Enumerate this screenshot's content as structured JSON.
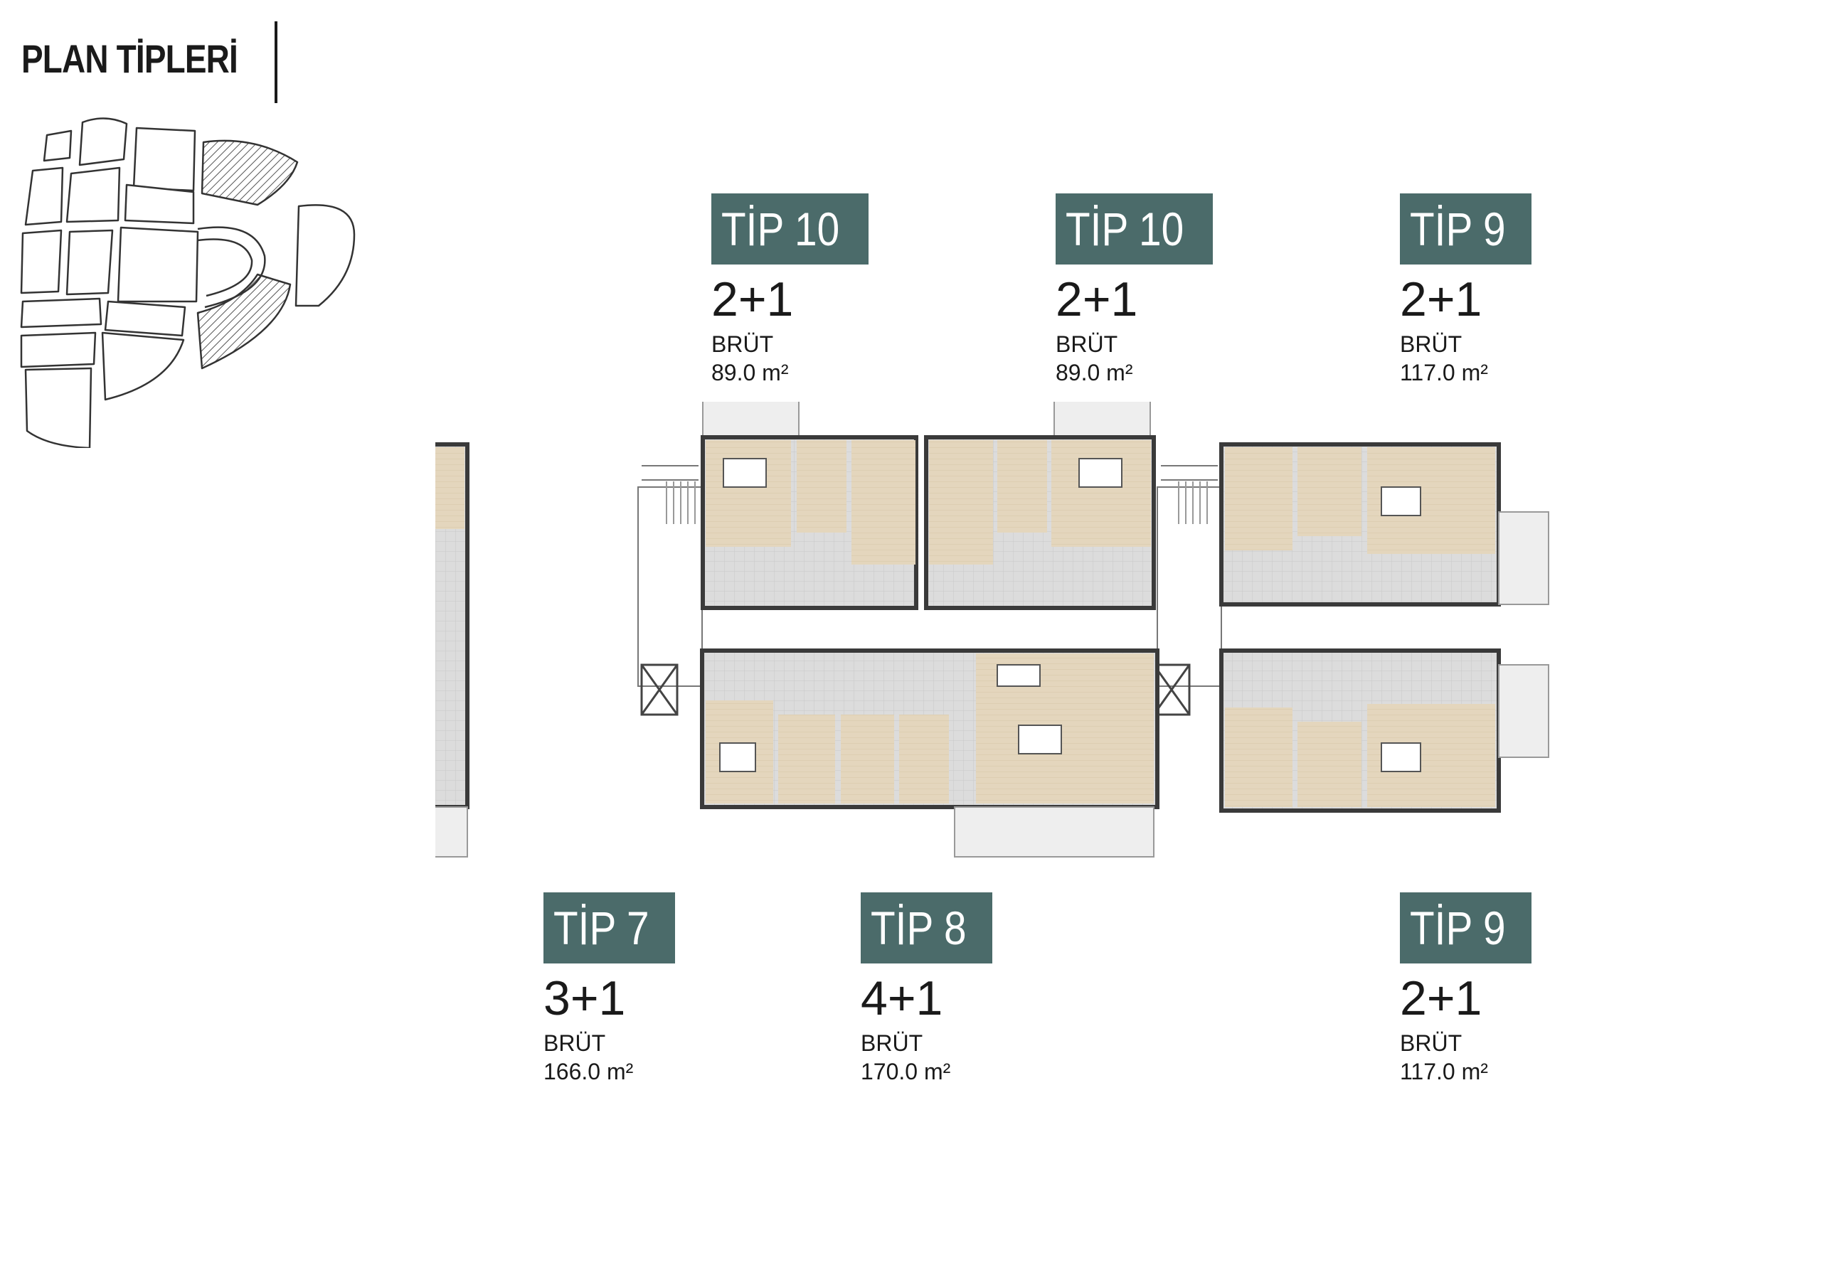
{
  "page": {
    "title": "PLAN TİPLERİ"
  },
  "colors": {
    "badge": "#4b6b6a",
    "room_fill": "#e4d6bd",
    "circulation_fill": "#d9d9d9",
    "wall": "#3a3a3a",
    "balcony_fill": "#eeeeee",
    "key_map_highlight": "hatched"
  },
  "units": [
    {
      "id": "top-left",
      "tip": "TİP 10",
      "rooms": "2+1",
      "brut_label": "BRÜT",
      "area": "89.0 m²"
    },
    {
      "id": "top-middle",
      "tip": "TİP 10",
      "rooms": "2+1",
      "brut_label": "BRÜT",
      "area": "89.0 m²"
    },
    {
      "id": "top-right",
      "tip": "TİP 9",
      "rooms": "2+1",
      "brut_label": "BRÜT",
      "area": "117.0 m²"
    },
    {
      "id": "bottom-left",
      "tip": "TİP 7",
      "rooms": "3+1",
      "brut_label": "BRÜT",
      "area": "166.0 m²"
    },
    {
      "id": "bottom-middle",
      "tip": "TİP 8",
      "rooms": "4+1",
      "brut_label": "BRÜT",
      "area": "170.0 m²"
    },
    {
      "id": "bottom-right",
      "tip": "TİP 9",
      "rooms": "2+1",
      "brut_label": "BRÜT",
      "area": "117.0 m²"
    }
  ]
}
